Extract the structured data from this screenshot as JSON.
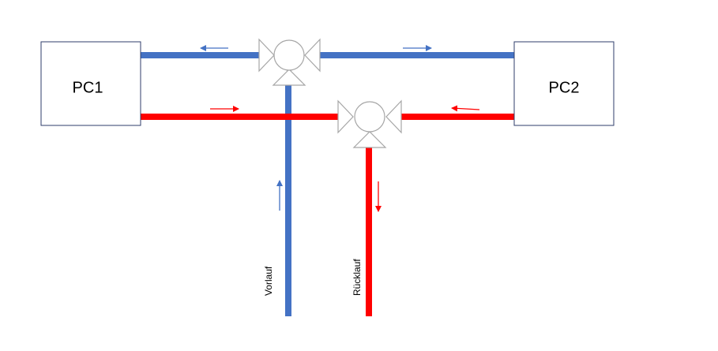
{
  "diagram": {
    "nodes": [
      {
        "id": "pc1",
        "label": "PC1"
      },
      {
        "id": "pc2",
        "label": "PC2"
      }
    ],
    "pipe_labels": {
      "supply": "Vorlauf",
      "return": "Rücklauf"
    },
    "colors": {
      "supply": "#4472C4",
      "return": "#FF0000",
      "box_border": "#2F3E6B",
      "valve_border": "#A6A6A6"
    }
  }
}
